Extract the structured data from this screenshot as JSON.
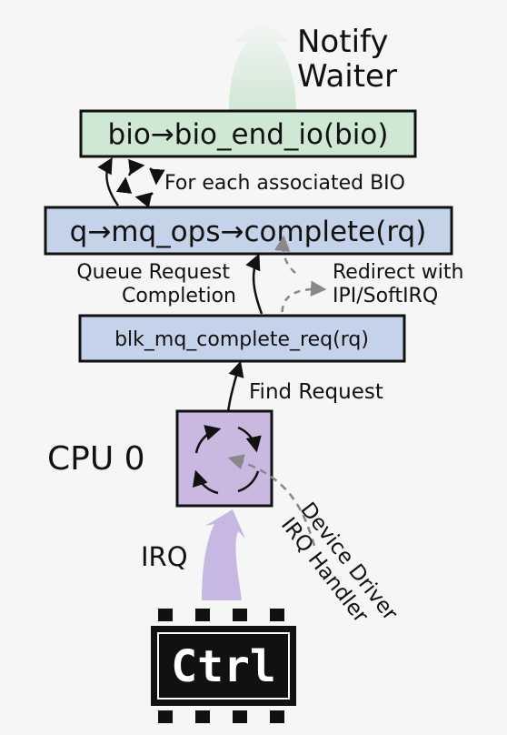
{
  "colors": {
    "background": "#f6f6f6",
    "green_box": "#cfe8d3",
    "blue_box": "#c5d3ea",
    "purple_box": "#c9b8e0",
    "irq_arrow": "#c6b8e3",
    "notify_arrow": "#cfe8d3",
    "dashed": "#888888",
    "ink": "#111111"
  },
  "labels": {
    "notify_waiter_line1": "Notify",
    "notify_waiter_line2": "Waiter",
    "bio_end_io": "bio→bio_end_io(bio)",
    "for_each_bio": "For each associated BIO",
    "mq_ops_complete": "q→mq_ops→complete(rq)",
    "queue_request_line1": "Queue Request",
    "queue_request_line2": "Completion",
    "redirect_line1": "Redirect with",
    "redirect_line2": "IPI/SoftIRQ",
    "blk_mq_complete": "blk_mq_complete_req(rq)",
    "find_request": "Find Request",
    "cpu": "CPU 0",
    "irq": "IRQ",
    "driver_line1": "Device Driver",
    "driver_line2": "IRQ Handler",
    "chip": "Ctrl"
  },
  "icons": [
    "cycle-arrows-icon",
    "chip-icon"
  ]
}
